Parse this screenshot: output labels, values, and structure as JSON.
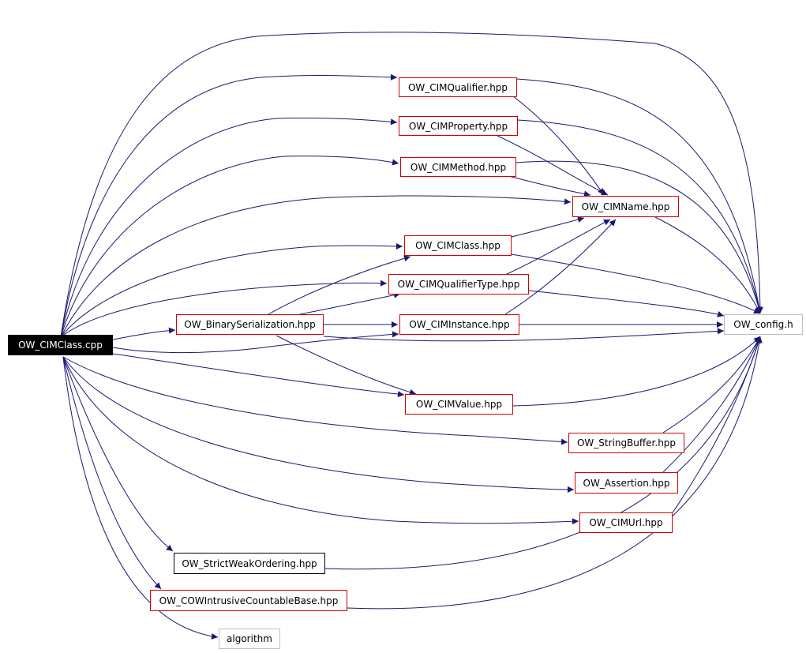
{
  "colors": {
    "edge": "#191970",
    "node_border_linked": "#d40000",
    "node_border_plain": "#000000",
    "node_border_external": "#bfbfbf",
    "root_fill": "#000000",
    "root_text": "#ffffff"
  },
  "nodes": {
    "cimclass_cpp": "OW_CIMClass.cpp",
    "cimqualifier": "OW_CIMQualifier.hpp",
    "cimproperty": "OW_CIMProperty.hpp",
    "cimmethod": "OW_CIMMethod.hpp",
    "cimname": "OW_CIMName.hpp",
    "cimclass_hpp": "OW_CIMClass.hpp",
    "cimqualifiertype": "OW_CIMQualifierType.hpp",
    "binaryserialization": "OW_BinarySerialization.hpp",
    "ciminstance": "OW_CIMInstance.hpp",
    "config": "OW_config.h",
    "cimvalue": "OW_CIMValue.hpp",
    "stringbuffer": "OW_StringBuffer.hpp",
    "assertion": "OW_Assertion.hpp",
    "cimurl": "OW_CIMUrl.hpp",
    "strictweakordering": "OW_StrictWeakOrdering.hpp",
    "cowintrusive": "OW_COWIntrusiveCountableBase.hpp",
    "algorithm": "algorithm"
  }
}
